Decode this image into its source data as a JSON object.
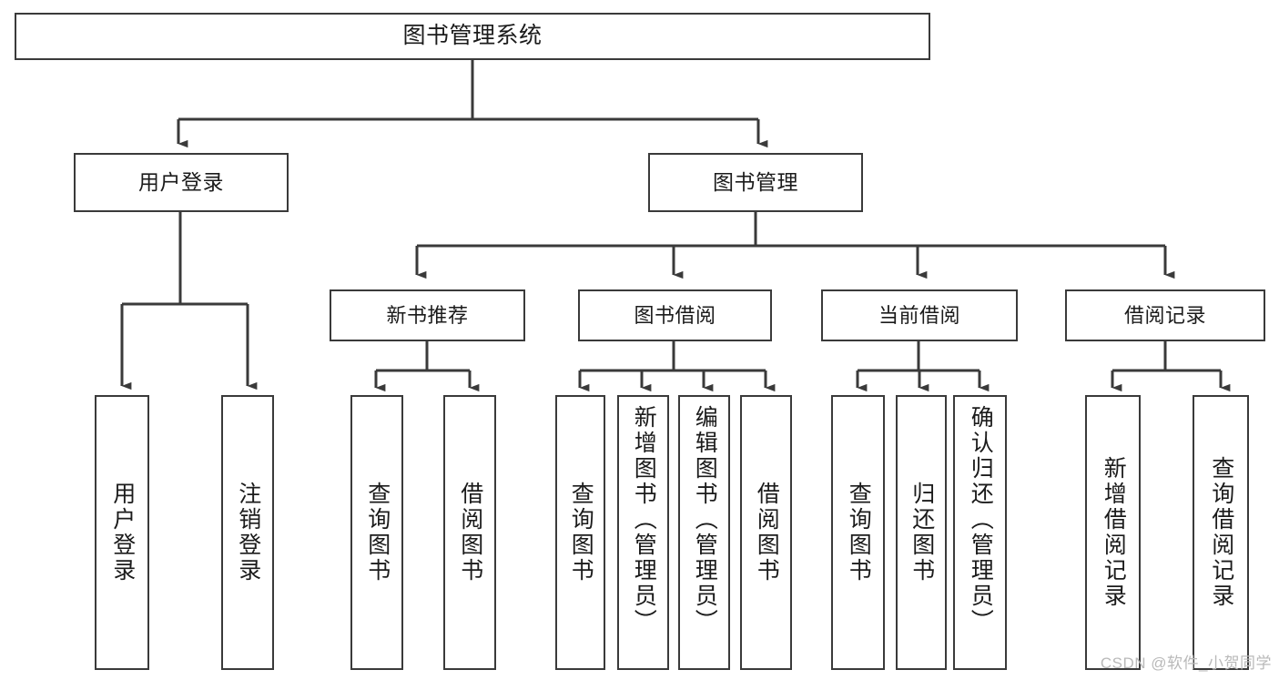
{
  "diagram": {
    "title": "图书管理系统",
    "type": "tree",
    "root": {
      "id": "root",
      "label": "图书管理系统"
    },
    "level2": [
      {
        "id": "user-login",
        "label": "用户登录"
      },
      {
        "id": "book-manage",
        "label": "图书管理"
      }
    ],
    "level3": [
      {
        "id": "new-book-recommend",
        "label": "新书推荐",
        "parent": "book-manage"
      },
      {
        "id": "book-borrow",
        "label": "图书借阅",
        "parent": "book-manage"
      },
      {
        "id": "current-borrow",
        "label": "当前借阅",
        "parent": "book-manage"
      },
      {
        "id": "borrow-record",
        "label": "借阅记录",
        "parent": "book-manage"
      }
    ],
    "leaves": [
      {
        "id": "leaf-user-login",
        "label": "用户登录",
        "parent": "user-login"
      },
      {
        "id": "leaf-user-logout",
        "label": "注销登录",
        "parent": "user-login"
      },
      {
        "id": "leaf-query-book-1",
        "label": "查询图书",
        "parent": "new-book-recommend"
      },
      {
        "id": "leaf-borrow-book-1",
        "label": "借阅图书",
        "parent": "new-book-recommend"
      },
      {
        "id": "leaf-query-book-2",
        "label": "查询图书",
        "parent": "book-borrow"
      },
      {
        "id": "leaf-add-book",
        "label": "新增图书（管理员）",
        "parent": "book-borrow"
      },
      {
        "id": "leaf-edit-book",
        "label": "编辑图书（管理员）",
        "parent": "book-borrow"
      },
      {
        "id": "leaf-borrow-book-2",
        "label": "借阅图书",
        "parent": "book-borrow"
      },
      {
        "id": "leaf-query-book-3",
        "label": "查询图书",
        "parent": "current-borrow"
      },
      {
        "id": "leaf-return-book",
        "label": "归还图书",
        "parent": "current-borrow"
      },
      {
        "id": "leaf-confirm-return",
        "label": "确认归还（管理员）",
        "parent": "current-borrow"
      },
      {
        "id": "leaf-add-record",
        "label": "新增借阅记录",
        "parent": "borrow-record"
      },
      {
        "id": "leaf-query-record",
        "label": "查询借阅记录",
        "parent": "borrow-record"
      }
    ],
    "colors": {
      "stroke": "#3a3a3a",
      "fill": "#ffffff",
      "text": "#1b1b1b"
    }
  },
  "watermark": {
    "text": "CSDN @软件_小贺同学"
  }
}
